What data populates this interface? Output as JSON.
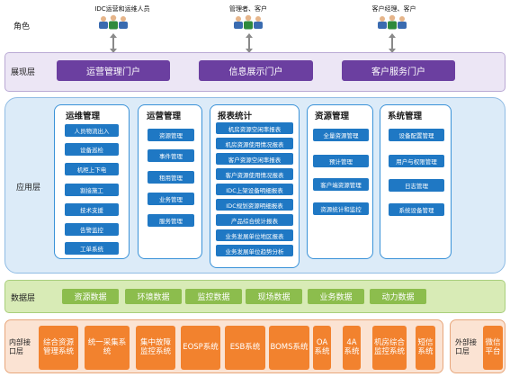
{
  "roles": {
    "label": "角色",
    "groups": [
      {
        "title": "IDC运营和运维人员"
      },
      {
        "title": "管理者、客户"
      },
      {
        "title": "客户经理、客户"
      }
    ]
  },
  "presentation_layer": {
    "label": "展现层",
    "portals": [
      "运营管理门户",
      "信息展示门户",
      "客户服务门户"
    ]
  },
  "application_layer": {
    "label": "应用层",
    "columns": [
      {
        "title": "运维管理",
        "items": [
          "人员物流出入",
          "设备巡检",
          "机柜上下电",
          "割接施工",
          "技术支援",
          "告警监控",
          "工单系统"
        ]
      },
      {
        "title": "运营管理",
        "items": [
          "资源管理",
          "事件管理",
          "租用管理",
          "业务管理",
          "服务管理"
        ]
      },
      {
        "title": "报表统计",
        "items": [
          "机房资源空闲率报表",
          "机房资源使用情况报表",
          "客户资源空闲率报表",
          "客户资源使用情况报表",
          "IDC上架设备明细报表",
          "IDC规划资源明细报表",
          "产品综合统计报表",
          "业务发展单位地区报表",
          "业务发展单位趋势分析"
        ]
      },
      {
        "title": "资源管理",
        "items": [
          "全量资源管理",
          "预计管理",
          "客户端资源管理",
          "资源统计和监控"
        ]
      },
      {
        "title": "系统管理",
        "items": [
          "设备配置管理",
          "用户与权限管理",
          "日志管理",
          "系统设备管理"
        ]
      }
    ]
  },
  "data_layer": {
    "label": "数据层",
    "items": [
      "资源数据",
      "环境数据",
      "监控数据",
      "现场数据",
      "业务数据",
      "动力数据"
    ]
  },
  "interface_layer": {
    "internal_label": "内部接口层",
    "items": [
      "综合资源管理系统",
      "统一采集系统",
      "集中故障监控系统",
      "EOSP系统",
      "ESB系统",
      "BOMS系统",
      "OA系统",
      "4A系统",
      "机房综合监控系统",
      "短信系统"
    ],
    "external_label": "外部接口层",
    "external_items": [
      "微信平台"
    ]
  },
  "colors": {
    "portal": "#6b3fa0",
    "app_item": "#1f78c4",
    "data_item": "#8cbd4d",
    "interface_item": "#f2822e"
  },
  "icons": [
    "users-icon",
    "double-arrow-icon"
  ]
}
